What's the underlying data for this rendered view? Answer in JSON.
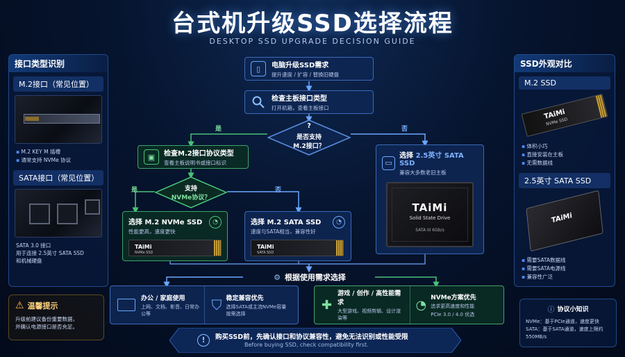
{
  "header": {
    "title": "台式机升级SSD选择流程",
    "subtitle": "DESKTOP SSD UPGRADE DECISION GUIDE"
  },
  "left_panel": {
    "title": "接口类型识别",
    "m2": {
      "heading": "M.2接口（常见位置）",
      "bullets": [
        "M.2 KEY M 插槽",
        "通常支持 NVMe 协议"
      ]
    },
    "sata": {
      "heading": "SATA接口（常见位置）",
      "bullets": [
        "SATA 3.0 接口",
        "用于连接 2.5英寸 SATA SSD",
        "和机械硬盘"
      ]
    }
  },
  "right_panel": {
    "title": "SSD外观对比",
    "m2": {
      "heading": "M.2 SSD",
      "bullets": [
        "体积小巧",
        "直接安装在主板",
        "无需数据线"
      ]
    },
    "sata25": {
      "heading": "2.5英寸 SATA SSD",
      "bullets": [
        "需要SATA数据线",
        "需要SATA电源线",
        "兼容性广泛"
      ]
    }
  },
  "flow": {
    "start": {
      "title": "电脑升级SSD需求",
      "sub": "提升速度 / 扩容 / 替换旧硬盘"
    },
    "check_board": {
      "title": "检查主板接口类型",
      "sub": "打开机箱，查看主板接口"
    },
    "decision_m2": {
      "title": "是否支持",
      "title2": "M.2接口？",
      "yes": "是",
      "no": "否"
    },
    "check_protocol": {
      "title": "检查M.2接口协议类型",
      "sub": "查看主板说明书或接口标识"
    },
    "decision_nvme": {
      "title": "支持",
      "title2": "NVMe协议？",
      "yes": "是",
      "no": "否"
    },
    "pick_nvme": {
      "title": "选择 M.2 NVMe SSD",
      "sub": "性能更高，速度更快"
    },
    "pick_m2sata": {
      "title": "选择 M.2 SATA SSD",
      "sub": "速度与SATA相当，兼容性好"
    },
    "pick_25": {
      "title_prefix": "选择 ",
      "title_highlight": "2.5英寸 SATA SSD",
      "sub": "兼容大多数老旧主板"
    },
    "needs_header": "根据使用需求选择"
  },
  "products": {
    "brand": "TAiMi",
    "nvme_label": "NVMe SSD",
    "sata_label": "SATA SSD",
    "drive_model": "Solid State Drive",
    "drive_spec": "SATA III 6Gb/s"
  },
  "needs": {
    "office": {
      "title": "办公 / 家庭使用",
      "sub": "上网、文档、影音、日常办公等"
    },
    "stable": {
      "title": "稳定兼容优先",
      "sub": "选择SATA或主流NVMe容量按需选择"
    },
    "gaming": {
      "title": "游戏 / 创作 / 高性能需求",
      "sub": "大型游戏、视频剪辑、设计渲染等"
    },
    "nvme_pref": {
      "title": "NVMe方案优先",
      "sub": "追求更高速度和性能",
      "sub2": "PCIe 3.0 / 4.0 优选"
    }
  },
  "tips": {
    "title": "温馨提示",
    "lines": [
      "升级前建议备份重要数据，",
      "并确认电源接口是否充足。"
    ]
  },
  "knowledge": {
    "title": "协议小知识",
    "lines": [
      "NVMe：基于PCIe通道，速度更快",
      "SATA：基于SATA通道，速度上限约",
      "550MB/s"
    ]
  },
  "footer": {
    "main": "购买SSD前，先确认接口和协议兼容性，避免无法识别或性能受限",
    "sub": "Before buying SSD, check compatibility first."
  },
  "colors": {
    "accent": "#4f8cff",
    "green": "#3fa56a",
    "warning": "#ffb84d"
  }
}
